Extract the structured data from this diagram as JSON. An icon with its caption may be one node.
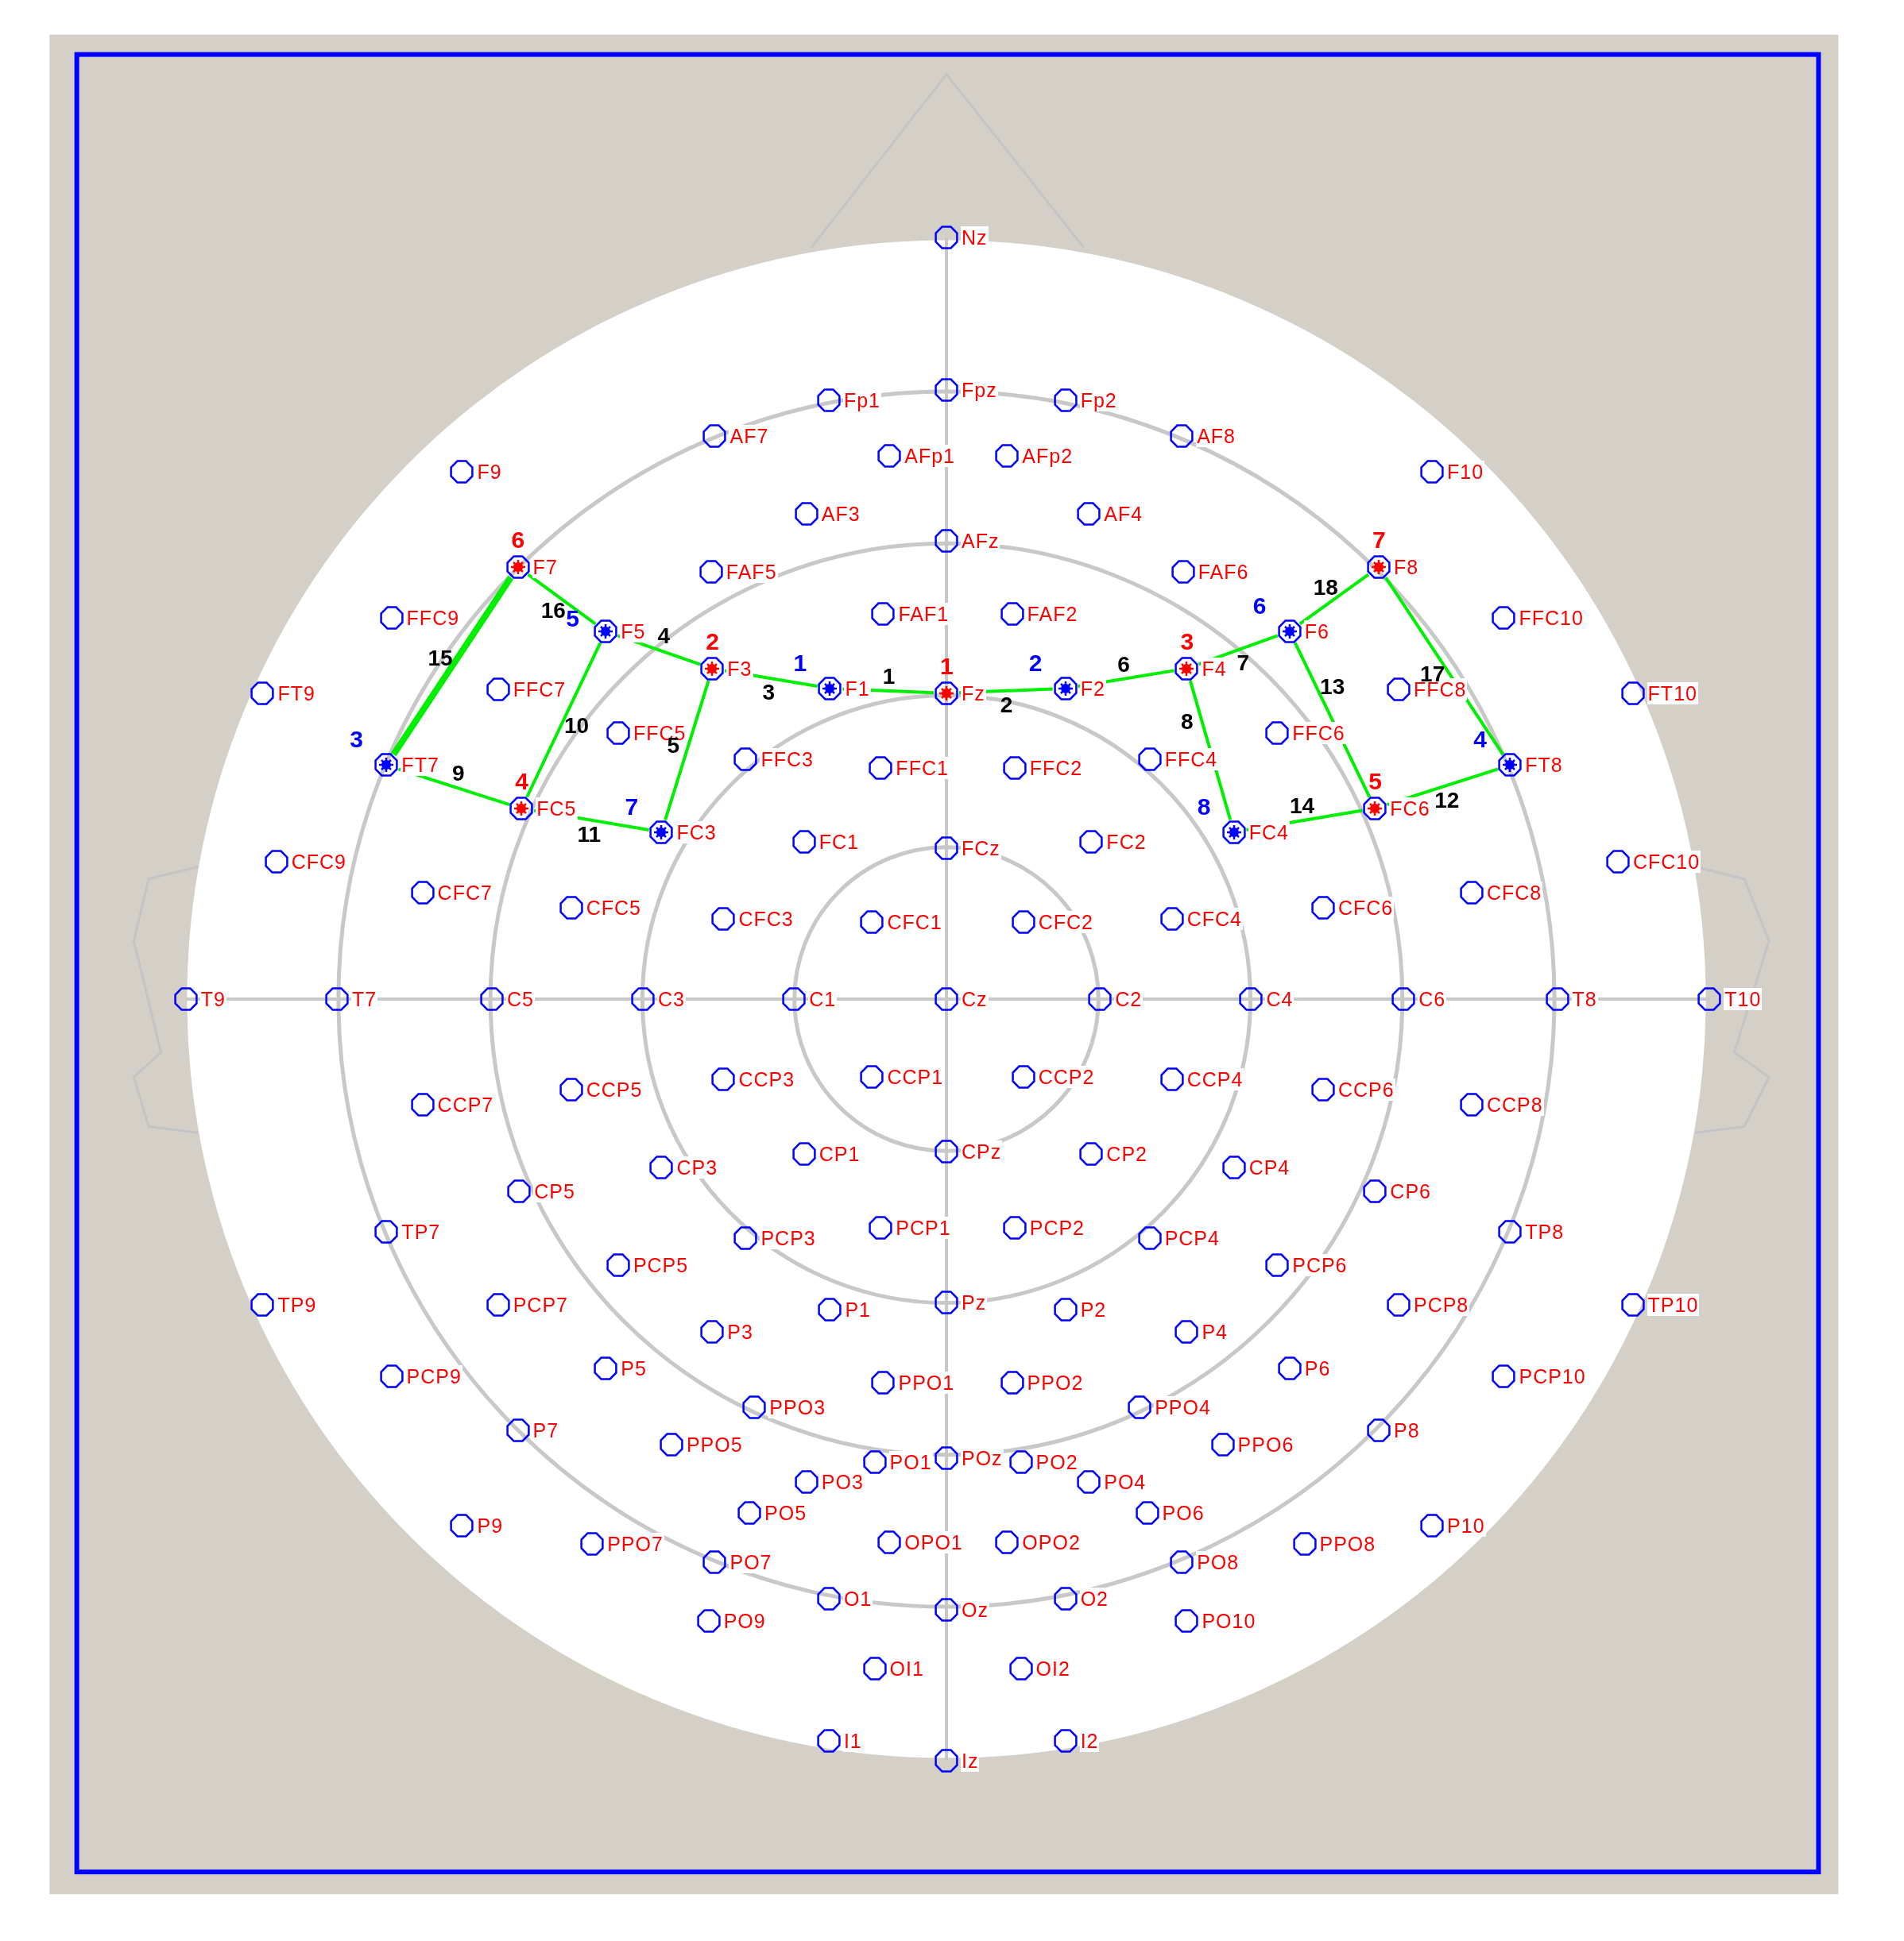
{
  "diagram": {
    "nodes": [
      {
        "text": [
          "Nz"
        ]
      },
      {
        "text": [
          "Fp1"
        ]
      },
      {
        "text": [
          "Fpz"
        ]
      },
      {
        "text": [
          "Fp2"
        ]
      },
      {
        "text": [
          "AF7"
        ]
      },
      {
        "text": [
          "AFp1"
        ]
      },
      {
        "text": [
          "AFp2"
        ]
      },
      {
        "text": [
          "AF8"
        ]
      },
      {
        "text": [
          "F9"
        ]
      },
      {
        "text": [
          "F10"
        ]
      },
      {
        "text": [
          "AF3"
        ]
      },
      {
        "text": [
          "AF4"
        ]
      },
      {
        "text": [
          "AFz"
        ]
      },
      {
        "text": [
          "F7"
        ],
        "beside": [
          "6"
        ]
      },
      {
        "text": [
          "FAF5"
        ]
      },
      {
        "text": [
          "FAF6"
        ]
      },
      {
        "text": [
          "F8"
        ],
        "beside": [
          "7"
        ]
      },
      {
        "text": [
          "FAF1"
        ]
      },
      {
        "text": [
          "FAF2"
        ]
      },
      {
        "text": [
          "FFC9"
        ]
      },
      {
        "text": [
          "F5"
        ],
        "beside": [
          "5"
        ]
      },
      {
        "text": [
          "F6"
        ],
        "beside": [
          "6"
        ]
      },
      {
        "text": [
          "FFC10"
        ]
      },
      {
        "text": [
          "F3"
        ],
        "beside": [
          "2"
        ]
      },
      {
        "text": [
          "F4"
        ],
        "beside": [
          "3"
        ]
      },
      {
        "text": [
          "F1"
        ],
        "beside": [
          "1"
        ]
      },
      {
        "text": [
          "Fz"
        ],
        "beside": [
          "1"
        ]
      },
      {
        "text": [
          "F2"
        ],
        "beside": [
          "2"
        ]
      },
      {
        "text": [
          "FT9"
        ]
      },
      {
        "text": [
          "FFC7"
        ]
      },
      {
        "text": [
          "FFC8"
        ]
      },
      {
        "text": [
          "FT10"
        ]
      },
      {
        "text": [
          "FFC5"
        ]
      },
      {
        "text": [
          "FFC6"
        ]
      },
      {
        "text": [
          "FFC3"
        ]
      },
      {
        "text": [
          "FFC1"
        ]
      },
      {
        "text": [
          "FFC2"
        ]
      },
      {
        "text": [
          "FFC4"
        ]
      },
      {
        "text": [
          "FT7"
        ],
        "beside": [
          "3"
        ]
      },
      {
        "text": [
          "FT8"
        ],
        "beside": [
          "4"
        ]
      },
      {
        "text": [
          "FC5"
        ],
        "beside": [
          "4"
        ]
      },
      {
        "text": [
          "FC6"
        ],
        "beside": [
          "5"
        ]
      },
      {
        "text": [
          "FC3"
        ],
        "beside": [
          "7"
        ]
      },
      {
        "text": [
          "FC4"
        ],
        "beside": [
          "8"
        ]
      },
      {
        "text": [
          "FC1"
        ]
      },
      {
        "text": [
          "FCz"
        ]
      },
      {
        "text": [
          "FC2"
        ]
      },
      {
        "text": [
          "CFC9"
        ]
      },
      {
        "text": [
          "CFC10"
        ]
      },
      {
        "text": [
          "CFC7"
        ]
      },
      {
        "text": [
          "CFC8"
        ]
      },
      {
        "text": [
          "CFC5"
        ]
      },
      {
        "text": [
          "CFC6"
        ]
      },
      {
        "text": [
          "CFC3"
        ]
      },
      {
        "text": [
          "CFC1"
        ]
      },
      {
        "text": [
          "CFC2"
        ]
      },
      {
        "text": [
          "CFC4"
        ]
      },
      {
        "text": [
          "T9"
        ]
      },
      {
        "text": [
          "T7"
        ]
      },
      {
        "text": [
          "C5"
        ]
      },
      {
        "text": [
          "C3"
        ]
      },
      {
        "text": [
          "C1"
        ]
      },
      {
        "text": [
          "Cz"
        ]
      },
      {
        "text": [
          "C2"
        ]
      },
      {
        "text": [
          "C4"
        ]
      },
      {
        "text": [
          "C6"
        ]
      },
      {
        "text": [
          "T8"
        ]
      },
      {
        "text": [
          "T10"
        ]
      },
      {
        "text": [
          "CCP3"
        ]
      },
      {
        "text": [
          "CCP1"
        ]
      },
      {
        "text": [
          "CCP2"
        ]
      },
      {
        "text": [
          "CCP4"
        ]
      },
      {
        "text": [
          "CCP5"
        ]
      },
      {
        "text": [
          "CCP6"
        ]
      },
      {
        "text": [
          "CCP7"
        ]
      },
      {
        "text": [
          "CCP8"
        ]
      },
      {
        "text": [
          "CP1"
        ]
      },
      {
        "text": [
          "CPz"
        ]
      },
      {
        "text": [
          "CP2"
        ]
      },
      {
        "text": [
          "CP3"
        ]
      },
      {
        "text": [
          "CP4"
        ]
      },
      {
        "text": [
          "CP5"
        ]
      },
      {
        "text": [
          "CP6"
        ]
      },
      {
        "text": [
          "TP7"
        ]
      },
      {
        "text": [
          "TP8"
        ]
      },
      {
        "text": [
          "PCP1"
        ]
      },
      {
        "text": [
          "PCP2"
        ]
      },
      {
        "text": [
          "PCP3"
        ]
      },
      {
        "text": [
          "PCP4"
        ]
      },
      {
        "text": [
          "PCP5"
        ]
      },
      {
        "text": [
          "PCP6"
        ]
      },
      {
        "text": [
          "Pz"
        ]
      },
      {
        "text": [
          "TP9"
        ]
      },
      {
        "text": [
          "PCP7"
        ]
      },
      {
        "text": [
          "P1"
        ]
      },
      {
        "text": [
          "P2"
        ]
      },
      {
        "text": [
          "PCP8"
        ]
      },
      {
        "text": [
          "TP10"
        ]
      },
      {
        "text": [
          "P3"
        ]
      },
      {
        "text": [
          "P4"
        ]
      },
      {
        "text": [
          "P5"
        ]
      },
      {
        "text": [
          "P6"
        ]
      },
      {
        "text": [
          "PCP9"
        ]
      },
      {
        "text": [
          "PCP10"
        ]
      },
      {
        "text": [
          "PPO1"
        ]
      },
      {
        "text": [
          "PPO2"
        ]
      },
      {
        "text": [
          "PPO3"
        ]
      },
      {
        "text": [
          "PPO4"
        ]
      },
      {
        "text": [
          "P7"
        ]
      },
      {
        "text": [
          "P8"
        ]
      },
      {
        "text": [
          "PPO5"
        ]
      },
      {
        "text": [
          "PPO6"
        ]
      },
      {
        "text": [
          "PO1"
        ]
      },
      {
        "text": [
          "POz"
        ]
      },
      {
        "text": [
          "PO2"
        ]
      },
      {
        "text": [
          "PO3"
        ]
      },
      {
        "text": [
          "PO4"
        ]
      },
      {
        "text": [
          "PO5"
        ]
      },
      {
        "text": [
          "PO6"
        ]
      },
      {
        "text": [
          "P9"
        ]
      },
      {
        "text": [
          "P10"
        ]
      },
      {
        "text": [
          "PPO7"
        ]
      },
      {
        "text": [
          "OPO1"
        ]
      },
      {
        "text": [
          "OPO2"
        ]
      },
      {
        "text": [
          "PPO8"
        ]
      },
      {
        "text": [
          "PO7"
        ]
      },
      {
        "text": [
          "PO8"
        ]
      },
      {
        "text": [
          "O1"
        ]
      },
      {
        "text": [
          "Oz"
        ]
      },
      {
        "text": [
          "O2"
        ]
      },
      {
        "text": [
          "PO9"
        ]
      },
      {
        "text": [
          "PO10"
        ]
      },
      {
        "text": [
          "OI1"
        ]
      },
      {
        "text": [
          "OI2"
        ]
      },
      {
        "text": [
          "I1"
        ]
      },
      {
        "text": [
          "Iz"
        ]
      },
      {
        "text": [
          "I2"
        ]
      }
    ],
    "edges": [
      {
        "from": 26,
        "to": 25,
        "arrow": "none",
        "label": "1"
      },
      {
        "from": 26,
        "to": 27,
        "arrow": "none",
        "label": "2"
      },
      {
        "from": 23,
        "to": 25,
        "arrow": "none",
        "label": "3"
      },
      {
        "from": 23,
        "to": 20,
        "arrow": "none",
        "label": "4"
      },
      {
        "from": 23,
        "to": 42,
        "arrow": "none",
        "label": "5"
      },
      {
        "from": 24,
        "to": 27,
        "arrow": "none",
        "label": "6"
      },
      {
        "from": 24,
        "to": 21,
        "arrow": "none",
        "label": "7"
      },
      {
        "from": 24,
        "to": 43,
        "arrow": "none",
        "label": "8"
      },
      {
        "from": 40,
        "to": 38,
        "arrow": "none",
        "label": "9"
      },
      {
        "from": 40,
        "to": 20,
        "arrow": "none",
        "label": "10"
      },
      {
        "from": 40,
        "to": 42,
        "arrow": "none",
        "label": "11"
      },
      {
        "from": 41,
        "to": 39,
        "arrow": "none",
        "label": "12"
      },
      {
        "from": 41,
        "to": 21,
        "arrow": "none",
        "label": "13"
      },
      {
        "from": 41,
        "to": 43,
        "arrow": "none",
        "label": "14"
      },
      {
        "from": 13,
        "to": 38,
        "arrow": "none",
        "label": "15",
        "style": "thick"
      },
      {
        "from": 13,
        "to": 20,
        "arrow": "none",
        "label": "16"
      },
      {
        "from": 16,
        "to": 39,
        "arrow": "none",
        "label": "17"
      },
      {
        "from": 16,
        "to": 21,
        "arrow": "none",
        "label": "18"
      }
    ]
  }
}
